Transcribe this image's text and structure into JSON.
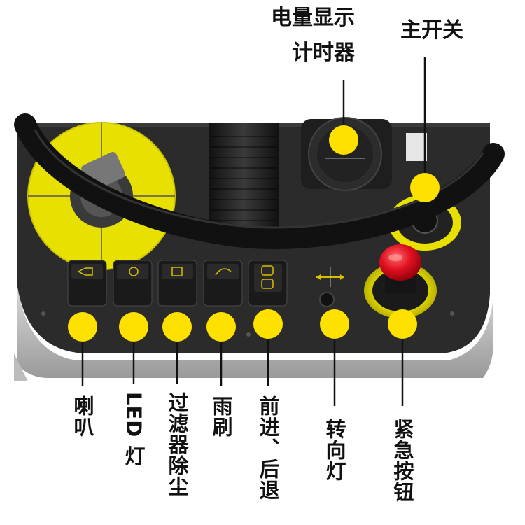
{
  "labels": {
    "battery_display": [
      "电量显示",
      "计时器"
    ],
    "main_switch": "主开关",
    "horn": "喇叭",
    "led_light": "LED 灯",
    "filter_dust": "过滤器除尘",
    "wiper": "雨刷",
    "forward_reverse": "前进、后退",
    "turn_signal": "转向灯",
    "emergency_button": "紧急按钮"
  },
  "colors": {
    "marker": "#ffe100",
    "panel": "#2b2b2b",
    "panel_dark": "#1a1a1a",
    "yellow_ring": "#e8e000",
    "emergency_red": "#e01020",
    "gray_housing": "#c4c4c4",
    "leader_line": "#111111"
  }
}
